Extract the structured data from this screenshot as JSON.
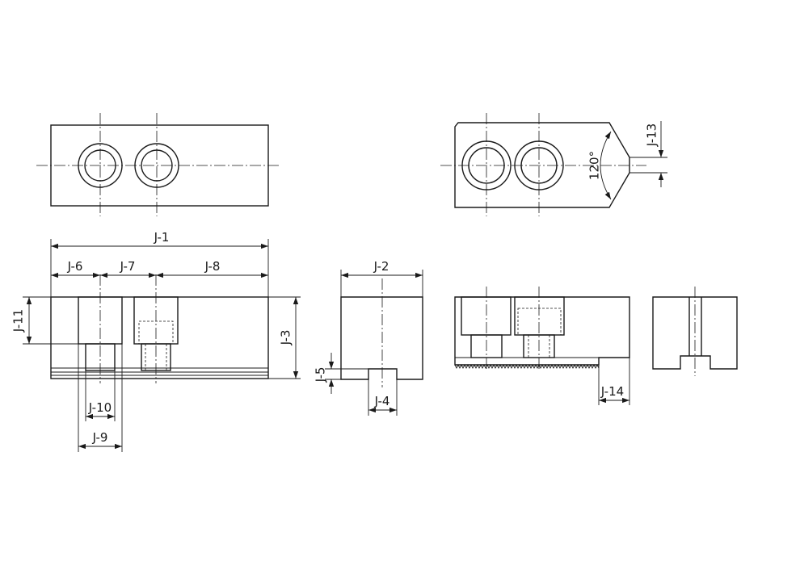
{
  "dims": {
    "j1": "J-1",
    "j2": "J-2",
    "j3": "J-3",
    "j4": "J-4",
    "j5": "J-5",
    "j6": "J-6",
    "j7": "J-7",
    "j8": "J-8",
    "j9": "J-9",
    "j10": "J-10",
    "j11": "J-11",
    "j13": "J-13",
    "j14": "J-14"
  },
  "angle": "120°",
  "colors": {
    "line": "#1a1a1a",
    "background": "#ffffff"
  }
}
